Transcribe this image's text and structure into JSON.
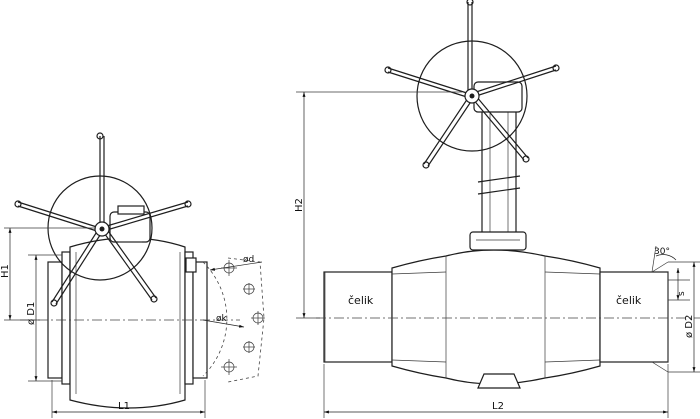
{
  "labels": {
    "h1": "H1",
    "d1": "ø D1",
    "l1": "L1",
    "d_small": "ød",
    "k": "øk",
    "h2": "H2",
    "l2": "L2",
    "d2": "ø D2",
    "s": "s",
    "angle": "30°",
    "material_left": "čelik",
    "material_right": "čelik"
  }
}
